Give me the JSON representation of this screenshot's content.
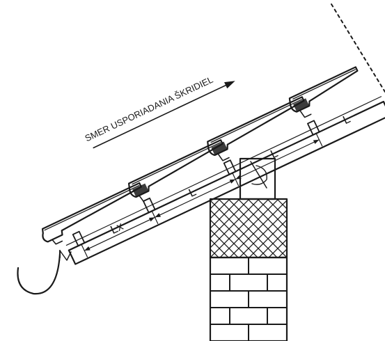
{
  "diagram": {
    "direction_label": "SMER USPORIADANIA ŠKRIDIEL",
    "dimension_first": "Lx",
    "dimension_repeat": [
      "L",
      "L",
      "L"
    ]
  },
  "colors": {
    "line": "#1a1a1a",
    "background": "#ffffff"
  }
}
